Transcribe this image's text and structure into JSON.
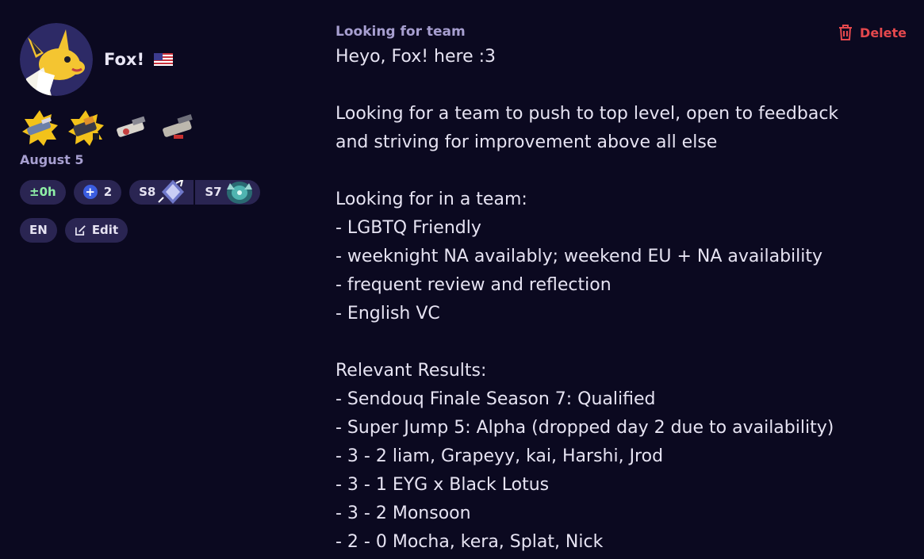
{
  "user": {
    "name": "Fox!",
    "flag": "us-flag",
    "date": "August 5"
  },
  "weapons": [
    "weapon-icon",
    "weapon-icon",
    "weapon-icon",
    "weapon-icon"
  ],
  "stats": {
    "time": "±0h",
    "plus_tier": "2",
    "seasons": [
      {
        "label": "S8",
        "rank_icon": "diamond-rank-icon"
      },
      {
        "label": "S7",
        "rank_icon": "leviathan-rank-icon"
      }
    ],
    "language": "EN",
    "edit_label": "Edit"
  },
  "post": {
    "type_label": "Looking for team",
    "delete_label": "Delete",
    "lines": [
      "Heyo, Fox! here :3",
      "",
      "Looking for a team to push to top level, open to feedback",
      "and striving for improvement above all else",
      "",
      "Looking for in a team:",
      "- LGBTQ Friendly",
      "- weeknight NA availably; weekend EU + NA availability",
      "- frequent review and reflection",
      "- English VC",
      "",
      "Relevant Results:",
      "- Sendouq Finale Season 7: Qualified",
      "- Super Jump 5: Alpha (dropped day 2 due to availability)",
      "- 3 - 2 liam, Grapeyy, kai, Harshi, Jrod",
      "- 3 - 1 EYG x Black Lotus",
      "- 3 - 2 Monsoon",
      "- 2 - 0 Mocha, kera, Splat, Nick"
    ]
  },
  "colors": {
    "background": "#0b0920",
    "pill": "#2a2552",
    "muted": "#a79fd0",
    "danger": "#e5484d",
    "positive": "#8ff0a7"
  }
}
